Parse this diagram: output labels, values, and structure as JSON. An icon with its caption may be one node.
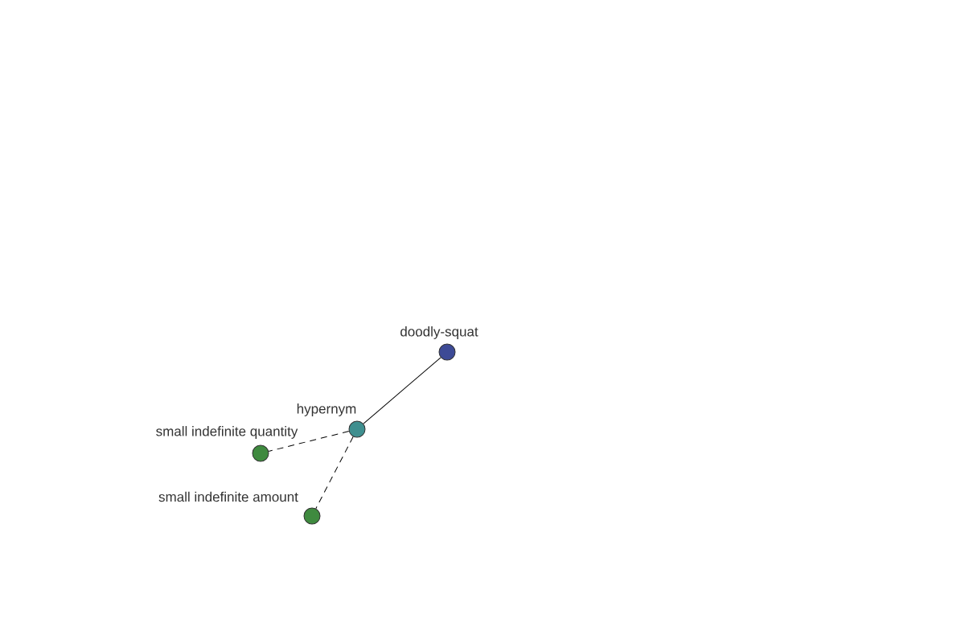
{
  "diagram": {
    "nodes": [
      {
        "text": [
          "doodly-squat"
        ]
      },
      {
        "text": [
          "hypernym"
        ]
      },
      {
        "text": [
          "small indefinite quantity"
        ]
      },
      {
        "text": [
          "small indefinite amount"
        ]
      }
    ],
    "edges": [
      {
        "from": 0,
        "to": 1,
        "arrow": "none"
      },
      {
        "from": 1,
        "to": 2,
        "arrow": "none",
        "style": "dashed"
      },
      {
        "from": 1,
        "to": 3,
        "arrow": "none",
        "style": "dashed"
      }
    ]
  }
}
